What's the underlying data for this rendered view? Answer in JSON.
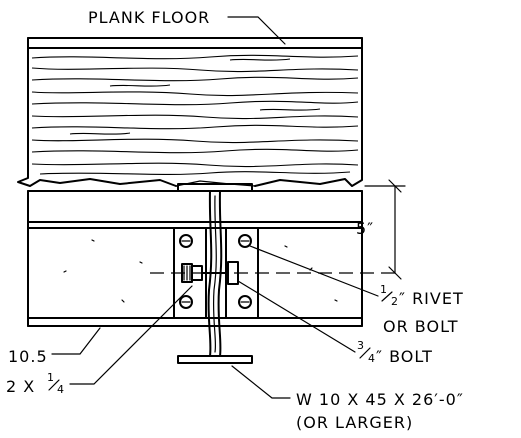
{
  "labels": {
    "plank_floor": "PLANK FLOOR",
    "dimension": "5″",
    "rivet_fraction_num": "1",
    "rivet_fraction_den": "2",
    "rivet_line1": "″ RIVET",
    "rivet_line2": "OR BOLT",
    "bolt_fraction_num": "3",
    "bolt_fraction_den": "4",
    "bolt_text": "″ BOLT",
    "joist_size": "10.5",
    "angle_prefix": "2 X ",
    "angle_fraction_num": "1",
    "angle_fraction_den": "4",
    "beam_line1": "W 10 X 45 X 26′-0″",
    "beam_line2": "(OR LARGER)"
  }
}
